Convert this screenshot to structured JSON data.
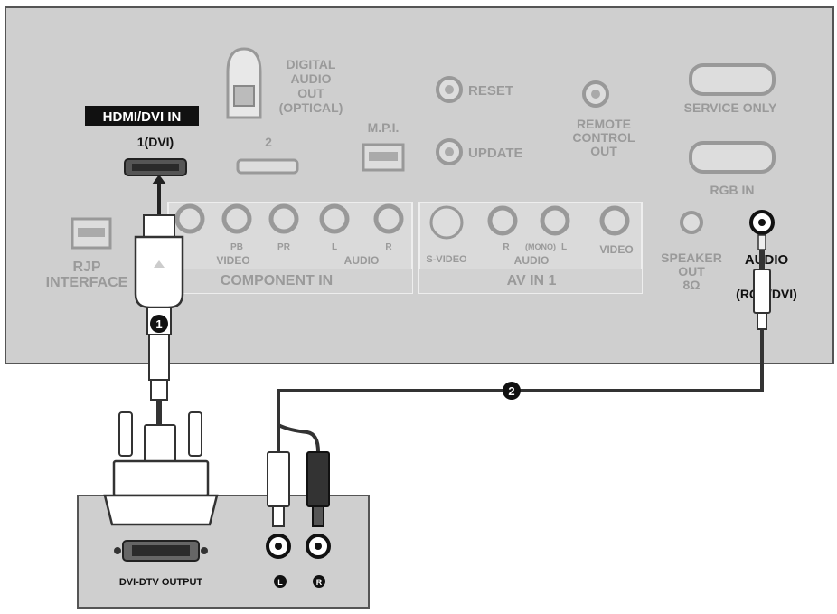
{
  "colors": {
    "panel_fill": "#cfcfcf",
    "panel_border": "#555555",
    "label_grey": "#9a9a9a",
    "cable": "#3a3a3a",
    "highlight": "#111111"
  },
  "tv_panel": {
    "hdmi_header": "HDMI/DVI IN",
    "hdmi_port": "1(DVI)",
    "optical_line1": "DIGITAL",
    "optical_line2": "AUDIO",
    "optical_line3": "OUT",
    "optical_line4": "(OPTICAL)",
    "hdmi2": "2",
    "mpi": "M.P.I.",
    "reset": "RESET",
    "update": "UPDATE",
    "remote_line1": "REMOTE",
    "remote_line2": "CONTROL",
    "remote_line3": "OUT",
    "service_only": "SERVICE ONLY",
    "rgb_in": "RGB IN",
    "rjp_line1": "RJP",
    "rjp_line2": "INTERFACE",
    "pb": "PB",
    "pr": "PR",
    "video_sub": "VIDEO",
    "l_small": "L",
    "r_small": "R",
    "audio_sub": "AUDIO",
    "component_in": "COMPONENT IN",
    "svideo": "S-VIDEO",
    "mono": "(MONO)",
    "video": "VIDEO",
    "av_in_1": "AV IN 1",
    "speaker_line1": "SPEAKER",
    "speaker_line2": "OUT",
    "speaker_line3": "8Ω",
    "audio_label": "AUDIO",
    "audio_sub_label": "(RGB/DVI)"
  },
  "steps": {
    "one": "1",
    "two": "2"
  },
  "device": {
    "dvi_output": "DVI-DTV OUTPUT",
    "left_jack": "L",
    "right_jack": "R"
  }
}
